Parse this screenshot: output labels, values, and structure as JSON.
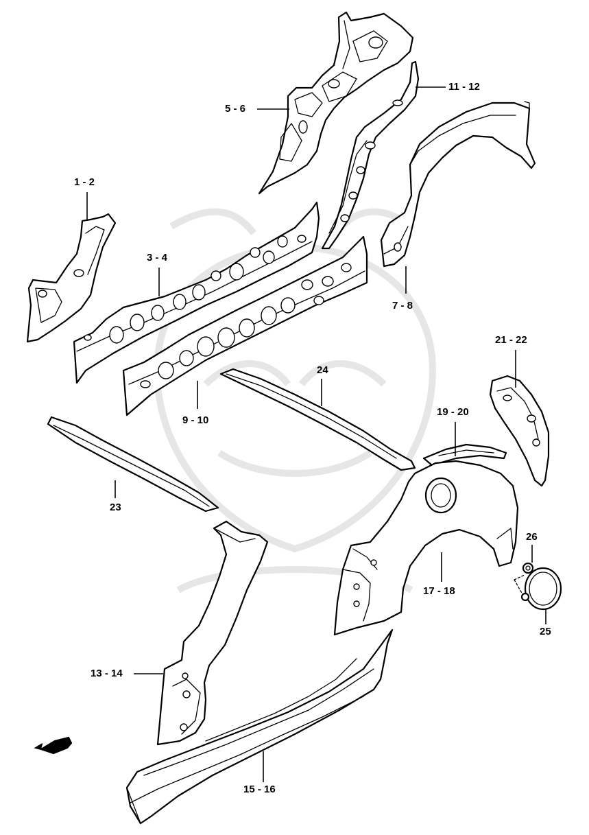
{
  "callouts": {
    "p1_2": "1 - 2",
    "p3_4": "3 - 4",
    "p5_6": "5 - 6",
    "p7_8": "7 - 8",
    "p9_10": "9 - 10",
    "p11_12": "11 - 12",
    "p13_14": "13 - 14",
    "p15_16": "15 - 16",
    "p17_18": "17 - 18",
    "p19_20": "19 - 20",
    "p21_22": "21 - 22",
    "p23": "23",
    "p24": "24",
    "p25": "25",
    "p26": "26"
  },
  "colors": {
    "line": "#000000",
    "background": "#ffffff",
    "watermark": "#e6e6e6"
  },
  "icons": {
    "front_direction": "front-arrow-icon",
    "background_mark": "samurai-mask-watermark"
  }
}
